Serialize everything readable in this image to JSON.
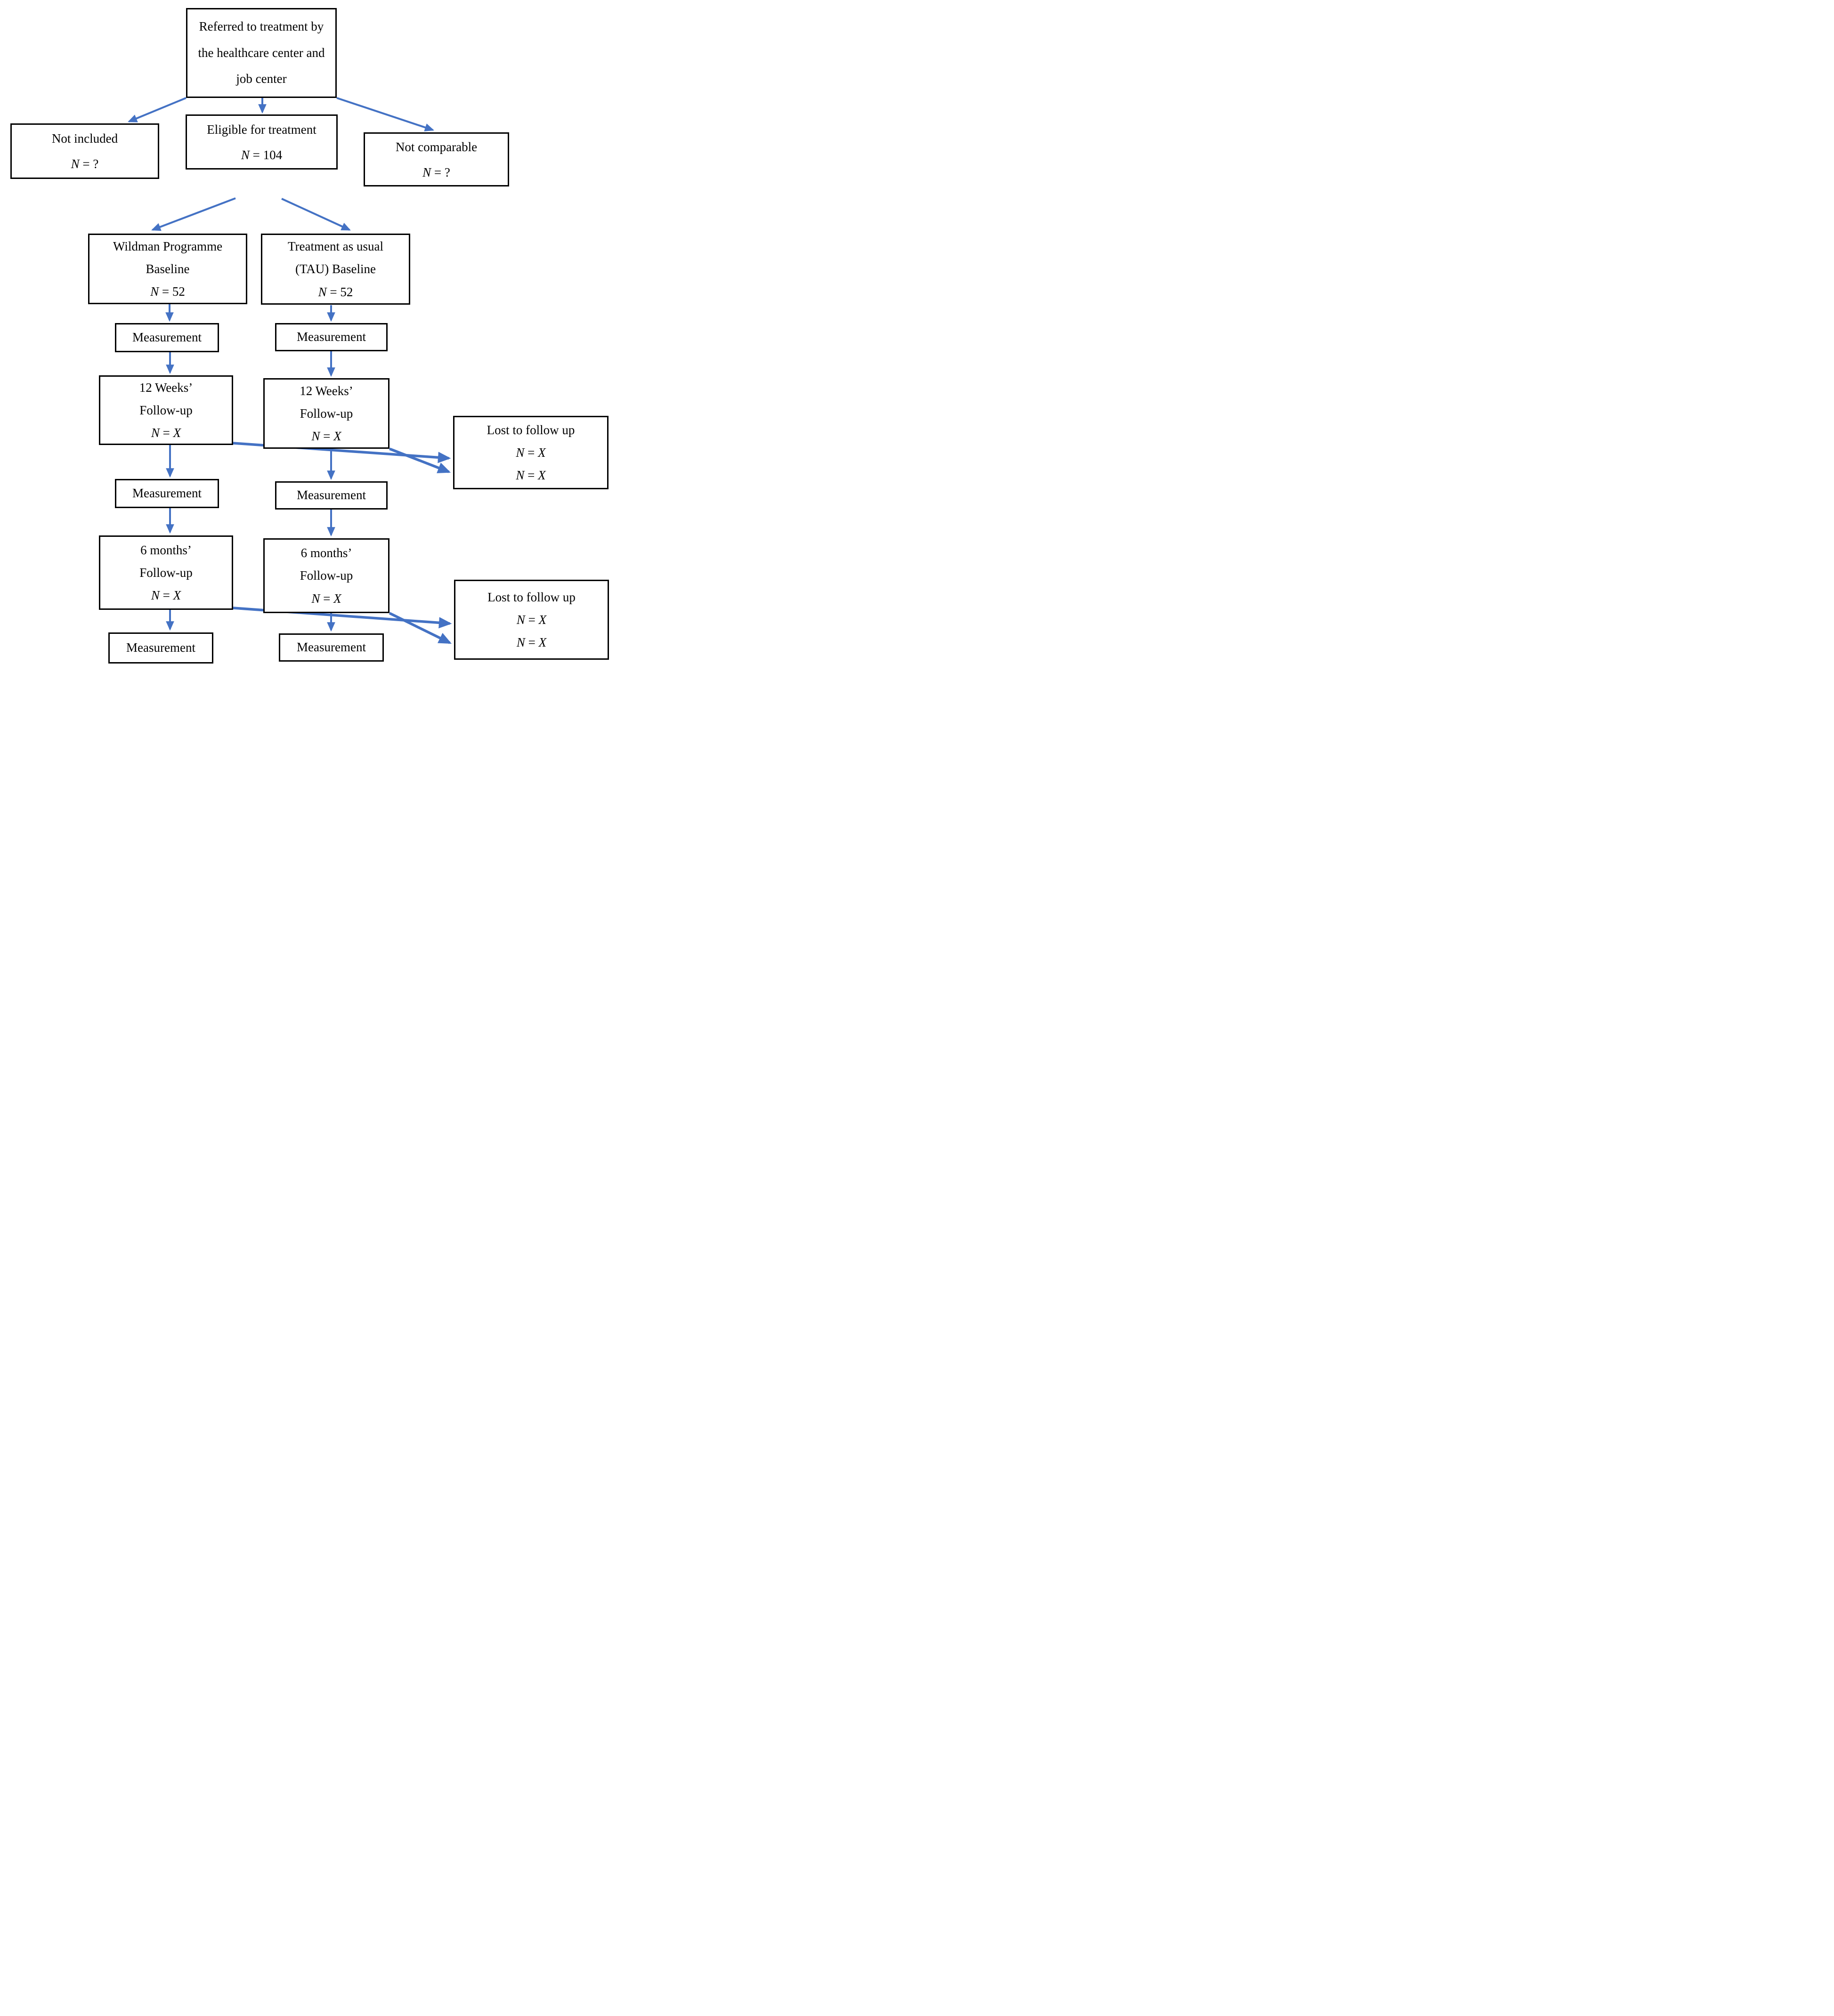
{
  "page": {
    "background": "#FFFFFF"
  },
  "colors": {
    "arrow": "#4472C4",
    "box_border": "#000000",
    "text": "#000000"
  },
  "flowchart": {
    "referred": {
      "lines": [
        "Referred to treatment by",
        "the healthcare center and",
        "job center"
      ]
    },
    "not_included": {
      "title": "Not included",
      "n": "N",
      "eq": " = ",
      "val": "?"
    },
    "eligible": {
      "title": "Eligible for treatment",
      "n": "N",
      "eq": " = ",
      "val": "104"
    },
    "not_comparable": {
      "title": "Not comparable",
      "n": "N",
      "eq": " = ",
      "val": "?"
    },
    "wildman_baseline": {
      "line1": "Wildman Programme",
      "line2": "Baseline",
      "n": "N",
      "eq": " = ",
      "val": "52"
    },
    "tau_baseline": {
      "line1": "Treatment as usual",
      "line2": "(TAU) Baseline",
      "n": "N",
      "eq": " = ",
      "val": "52"
    },
    "measurement_wildman_1": {
      "label": "Measurement"
    },
    "measurement_tau_1": {
      "label": "Measurement"
    },
    "followup_12w_wildman": {
      "line1": "12 Weeks’",
      "line2": "Follow-up",
      "n": "N",
      "eq": " = ",
      "val": "X"
    },
    "followup_12w_tau": {
      "line1": "12 Weeks’",
      "line2": "Follow-up",
      "n": "N",
      "eq": " = ",
      "val": "X"
    },
    "lost_to_followup_12w": {
      "title": "Lost to follow up",
      "n1": "N",
      "eq1": " = ",
      "val1": "X",
      "n2": "N",
      "eq2": " = ",
      "val2": "X"
    },
    "measurement_wildman_2": {
      "label": "Measurement"
    },
    "measurement_tau_2": {
      "label": "Measurement"
    },
    "followup_6m_wildman": {
      "line1": "6 months’",
      "line2": "Follow-up",
      "n": "N",
      "eq": " = ",
      "val": "X"
    },
    "followup_6m_tau": {
      "line1": "6 months’",
      "line2": "Follow-up",
      "n": "N",
      "eq": " = ",
      "val": "X"
    },
    "lost_to_followup_6m": {
      "title": "Lost to follow up",
      "n1": "N",
      "eq1": " = ",
      "val1": "X",
      "n2": "N",
      "eq2": " = ",
      "val2": "X"
    },
    "measurement_wildman_3": {
      "label": "Measurement"
    },
    "measurement_tau_3": {
      "label": "Measurement"
    }
  }
}
